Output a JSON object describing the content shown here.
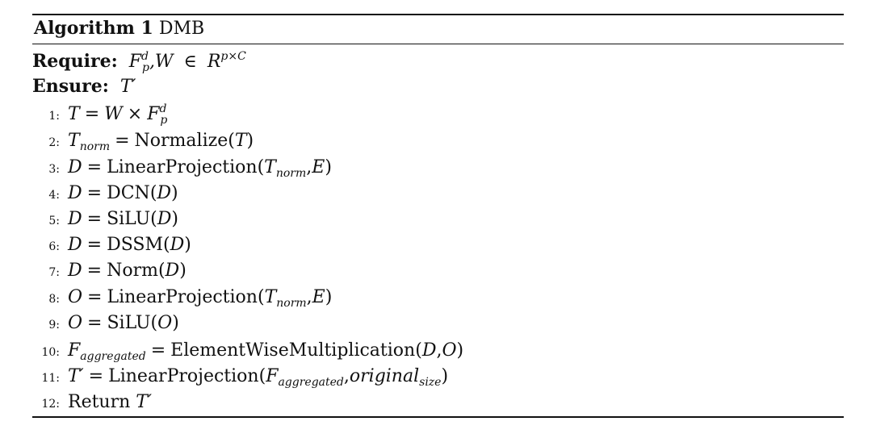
{
  "algorithm": {
    "label": "Algorithm 1",
    "name": "DMB",
    "require_kw": "Require:",
    "ensure_kw": "Ensure:",
    "lines": [
      {
        "num": "1:"
      },
      {
        "num": "2:"
      },
      {
        "num": "3:",
        "fn": "LinearProjection"
      },
      {
        "num": "4:",
        "fn": "DCN"
      },
      {
        "num": "5:",
        "fn": "SiLU"
      },
      {
        "num": "6:",
        "fn": "DSSM"
      },
      {
        "num": "7:",
        "fn": "Norm"
      },
      {
        "num": "8:",
        "fn": "LinearProjection"
      },
      {
        "num": "9:",
        "fn": "SiLU"
      },
      {
        "num": "10:",
        "fn": "ElementWiseMultiplication"
      },
      {
        "num": "11:",
        "fn": "LinearProjection"
      },
      {
        "num": "12:",
        "fn": "Return"
      }
    ]
  }
}
